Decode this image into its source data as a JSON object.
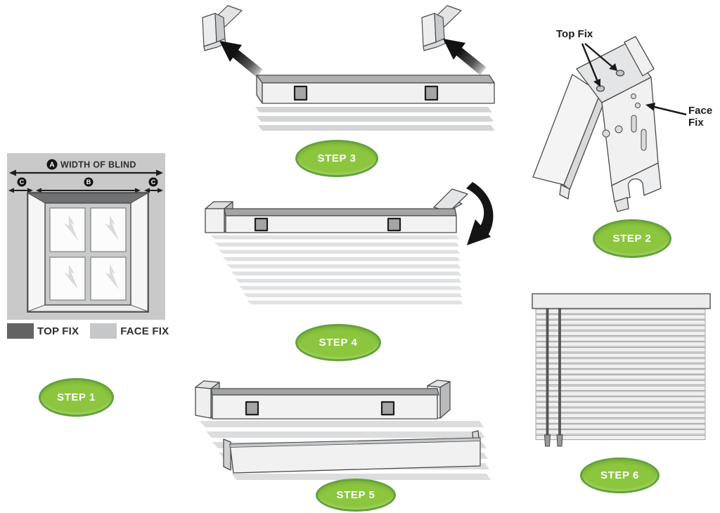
{
  "title": "Venetian blind installation steps diagram",
  "steps": {
    "step1": {
      "label": "STEP 1"
    },
    "step2": {
      "label": "STEP 2"
    },
    "step3": {
      "label": "STEP 3"
    },
    "step4": {
      "label": "STEP 4"
    },
    "step5": {
      "label": "STEP 5"
    },
    "step6": {
      "label": "STEP 6"
    }
  },
  "measure_diagram": {
    "width_label": "WIDTH OF BLIND",
    "marker_a": "A",
    "marker_b": "B",
    "marker_c": "C",
    "legend": [
      {
        "label": "TOP FIX",
        "swatch": "#636363"
      },
      {
        "label": "FACE FIX",
        "swatch": "#C5C7C9"
      }
    ]
  },
  "bracket_detail": {
    "top_fix_label": "Top Fix",
    "face_fix_label": "Face Fix"
  },
  "colors": {
    "step_oval_fill": "#8CC63F",
    "step_oval_border": "#63A23C",
    "step_text": "#FFFFFF",
    "measure_box_bg": "#C9C9C9",
    "top_fix_swatch": "#636363",
    "face_fix_swatch": "#C5C7C9",
    "outline": "#4A4A4A",
    "rail_front": "#F1F1F1",
    "rail_top": "#A2A4A6"
  }
}
